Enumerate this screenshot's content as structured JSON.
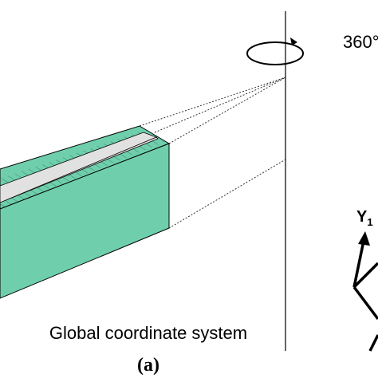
{
  "labels": {
    "rotation": "360°",
    "axis_y": "Y",
    "axis_y_subscript": "1",
    "caption": "Global coordinate system",
    "panel": "(a)"
  },
  "colors": {
    "block_face": "#6fcfac",
    "block_top": "#6fcfac",
    "groove": "#e1e1e1",
    "line": "#000000",
    "dotted": "#333333"
  },
  "icons": {
    "rotation": "rotation-arrow-icon",
    "axis": "axis-arrow-icon"
  }
}
